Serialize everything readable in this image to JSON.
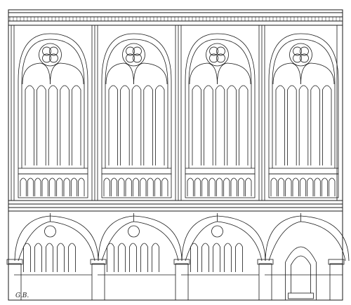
{
  "illustration": {
    "signature": "G.B.",
    "ink_color": "#1a1a1a",
    "paper_color": "#ffffff",
    "upper_bays": 4,
    "lower_bays": 4,
    "lights_per_upper_window": 5
  }
}
